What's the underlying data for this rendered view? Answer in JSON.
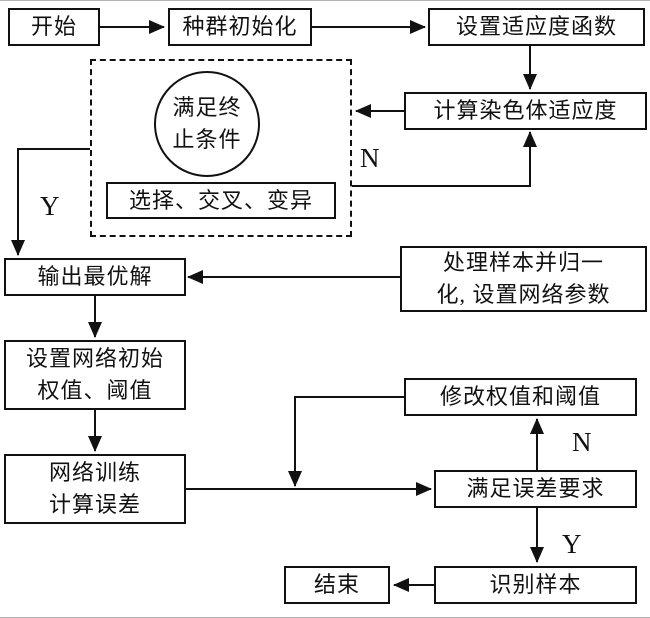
{
  "nodes": {
    "start": {
      "label": "开始"
    },
    "population_init": {
      "label": "种群初始化"
    },
    "set_fitness_function": {
      "label": "设置适应度函数"
    },
    "calc_chromosome_fitness": {
      "label": "计算染色体适应度"
    },
    "termination_condition": {
      "line1": "满足终",
      "line2": "止条件"
    },
    "selection_crossover_mutation": {
      "label": "选择、交叉、变异"
    },
    "output_optimal_solution": {
      "label": "输出最优解"
    },
    "process_samples": {
      "line1": "处理样本并归一",
      "line2": "化, 设置网络参数"
    },
    "set_initial_weights": {
      "line1": "设置网络初始",
      "line2": "权值、阈值"
    },
    "network_training": {
      "line1": "网络训练",
      "line2": "计算误差"
    },
    "modify_weights": {
      "label": "修改权值和阈值"
    },
    "error_requirement": {
      "label": "满足误差要求"
    },
    "identify_samples": {
      "label": "识别样本"
    },
    "end": {
      "label": "结束"
    }
  },
  "edge_labels": {
    "ga_no": "N",
    "ga_yes": "Y",
    "error_no": "N",
    "error_yes": "Y"
  },
  "colors": {
    "line": "#111111",
    "background": "#ffffff"
  }
}
